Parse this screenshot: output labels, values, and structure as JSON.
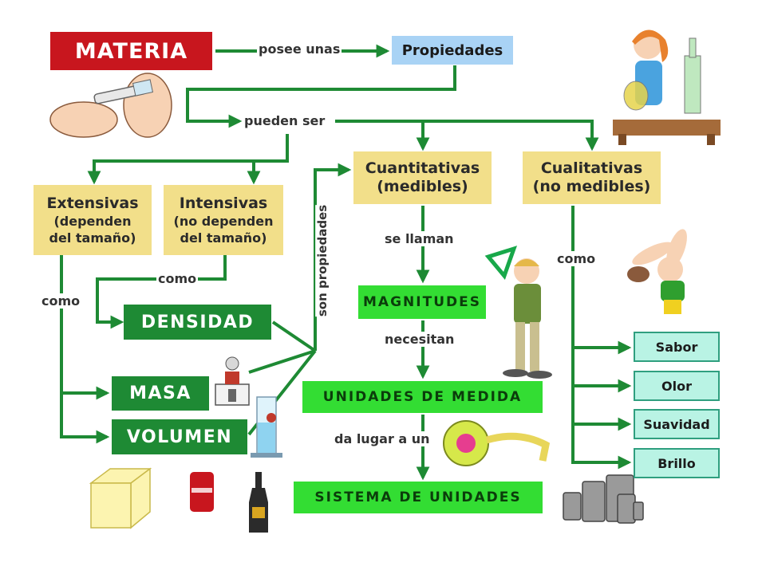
{
  "nodes": {
    "materia": "MATERIA",
    "propiedades": "Propiedades",
    "extensivas": {
      "title": "Extensivas",
      "line1": "(dependen",
      "line2": "del tamaño)"
    },
    "intensivas": {
      "title": "Intensivas",
      "line1": "(no dependen",
      "line2": "del tamaño)"
    },
    "cuantitativas": {
      "title": "Cuantitativas",
      "sub": "(medibles)"
    },
    "cualitativas": {
      "title": "Cualitativas",
      "sub": "(no medibles)"
    },
    "densidad": "DENSIDAD",
    "masa": "MASA",
    "volumen": "VOLUMEN",
    "magnitudes": "MAGNITUDES",
    "unidades": "UNIDADES DE MEDIDA",
    "sistema": "SISTEMA DE UNIDADES",
    "sabor": "Sabor",
    "olor": "Olor",
    "suavidad": "Suavidad",
    "brillo": "Brillo"
  },
  "links": {
    "posee_unas": "posee unas",
    "pueden_ser": "pueden ser",
    "como_intensivas": "como",
    "como_extensivas": "como",
    "son_propiedades": "son propiedades",
    "se_llaman": "se llaman",
    "necesitan": "necesitan",
    "da_lugar_a_un": "da lugar a un",
    "como_cualitativas": "como"
  },
  "colors": {
    "materia_red": "#c8161e",
    "arrow_green": "#1e8a34",
    "node_yellow": "#f2df8a",
    "node_blue": "#a9d3f5",
    "node_darkgreen": "#1e8a34",
    "node_lime": "#33dd33",
    "node_mint": "#b9f3e4"
  },
  "illustrations": [
    "syringe-hands-icon",
    "scientist-lab-icon",
    "boy-set-square-icon",
    "rabbit-smelling-icon",
    "balance-scale-icon",
    "graduated-cylinder-icon",
    "tape-measure-icon",
    "cube-icon",
    "soda-can-icon",
    "bottle-icon",
    "weights-icon"
  ]
}
